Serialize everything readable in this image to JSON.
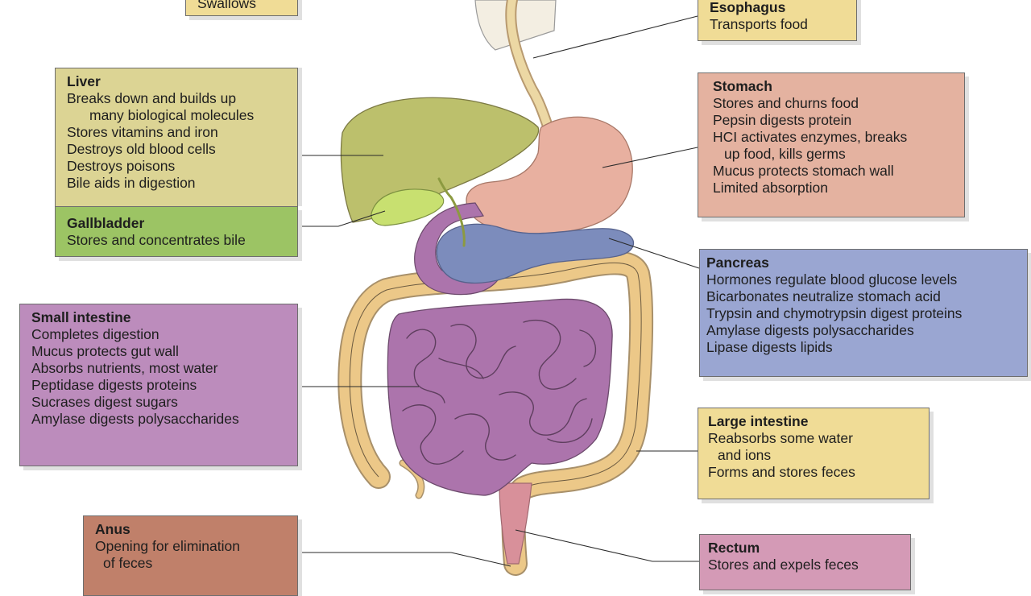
{
  "colors": {
    "swallows_box": "#f0dc96",
    "esophagus_box": "#f0dc96",
    "liver_box": "#dcd494",
    "gallbladder_box": "#9cc464",
    "stomach_box": "#e4b2a0",
    "pancreas_box": "#9aa6d2",
    "small_intestine_box": "#bc8cbc",
    "large_intestine_box": "#f0dc96",
    "anus_box": "#c0806a",
    "rectum_box": "#d49ab6",
    "large_intestine_organ": "#ecc888",
    "small_intestine_organ": "#ac74ac",
    "liver_organ": "#bcc06c",
    "gallbladder_organ": "#c8e070",
    "stomach_organ": "#e8b0a0",
    "pancreas_organ": "#7c8cbc"
  },
  "labels": {
    "swallows": {
      "lines": [
        "Swallows"
      ]
    },
    "esophagus": {
      "title": "Esophagus",
      "lines": [
        "Transports food"
      ]
    },
    "liver": {
      "title": "Liver",
      "lines": [
        "Breaks down and builds up",
        "many biological molecules",
        "Stores vitamins and iron",
        "Destroys old blood cells",
        "Destroys poisons",
        "Bile aids in digestion"
      ]
    },
    "gallbladder": {
      "title": "Gallbladder",
      "lines": [
        "Stores and concentrates bile"
      ]
    },
    "stomach": {
      "title": "Stomach",
      "lines": [
        "Stores and churns food",
        "Pepsin digests protein",
        "HCI activates enzymes, breaks",
        "up food, kills germs",
        "Mucus protects stomach wall",
        "Limited absorption"
      ]
    },
    "pancreas": {
      "title": "Pancreas",
      "lines": [
        "Hormones regulate blood glucose levels",
        "Bicarbonates neutralize stomach acid",
        "Trypsin and chymotrypsin digest proteins",
        "Amylase digests polysaccharides",
        "Lipase digests lipids"
      ]
    },
    "small_intestine": {
      "title": "Small intestine",
      "lines": [
        "Completes digestion",
        "Mucus protects gut wall",
        "Absorbs nutrients, most water",
        "Peptidase digests proteins",
        "Sucrases digest sugars",
        "Amylase digests polysaccharides"
      ]
    },
    "large_intestine": {
      "title": "Large intestine",
      "lines": [
        "Reabsorbs some water",
        "and ions",
        "Forms and stores feces"
      ]
    },
    "anus": {
      "title": "Anus",
      "lines": [
        "Opening for elimination",
        "of feces"
      ]
    },
    "rectum": {
      "title": "Rectum",
      "lines": [
        "Stores and expels feces"
      ]
    }
  }
}
